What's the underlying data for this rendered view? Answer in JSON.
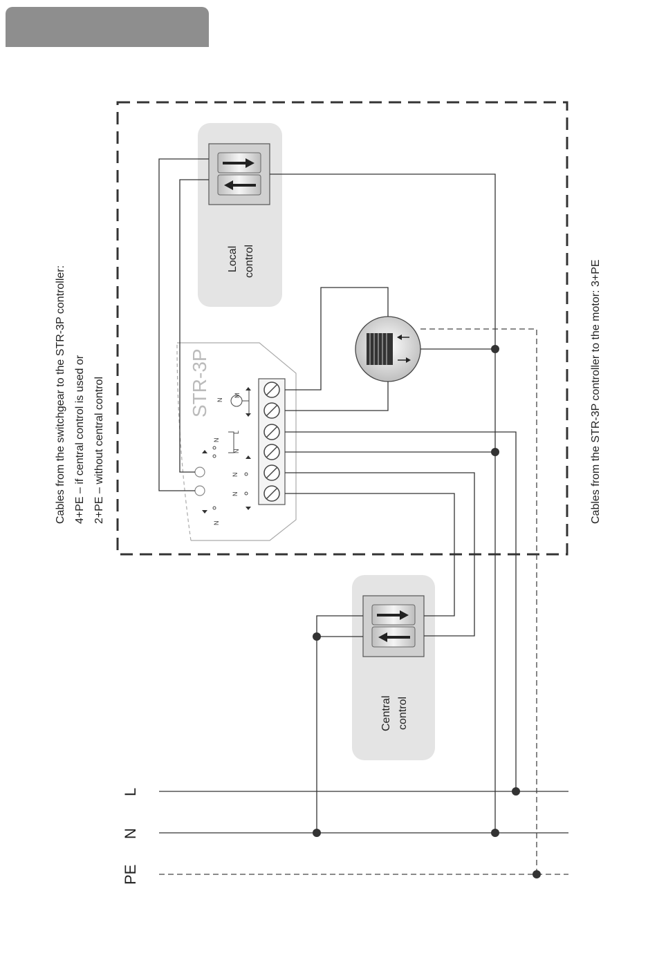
{
  "header_tab": {
    "color": "#8e8e8e"
  },
  "labels": {
    "switchgear_cables_line1": "Cables from the switchgear to the STR-3P controller:",
    "switchgear_cables_line2": "4+PE – if central control is used or",
    "switchgear_cables_line3": "2+PE – without central control",
    "motor_cables": "Cables from the STR-3P controller to the motor: 3+PE",
    "local_control_line1": "Local",
    "local_control_line2": "control",
    "central_control_line1": "Central",
    "central_control_line2": "control",
    "device_name": "STR-3P",
    "bus_L": "L",
    "bus_N": "N",
    "bus_PE": "PE"
  },
  "terminal_marks": {
    "n": "N",
    "l": "L",
    "m": "M"
  },
  "colors": {
    "panel_gray": "#e4e4e4",
    "wire": "#333333",
    "dashed_box": "#333333"
  },
  "icons": [
    "arrow-up-icon",
    "arrow-down-icon",
    "motor-icon",
    "blind-icon",
    "screw-terminal-icon"
  ]
}
